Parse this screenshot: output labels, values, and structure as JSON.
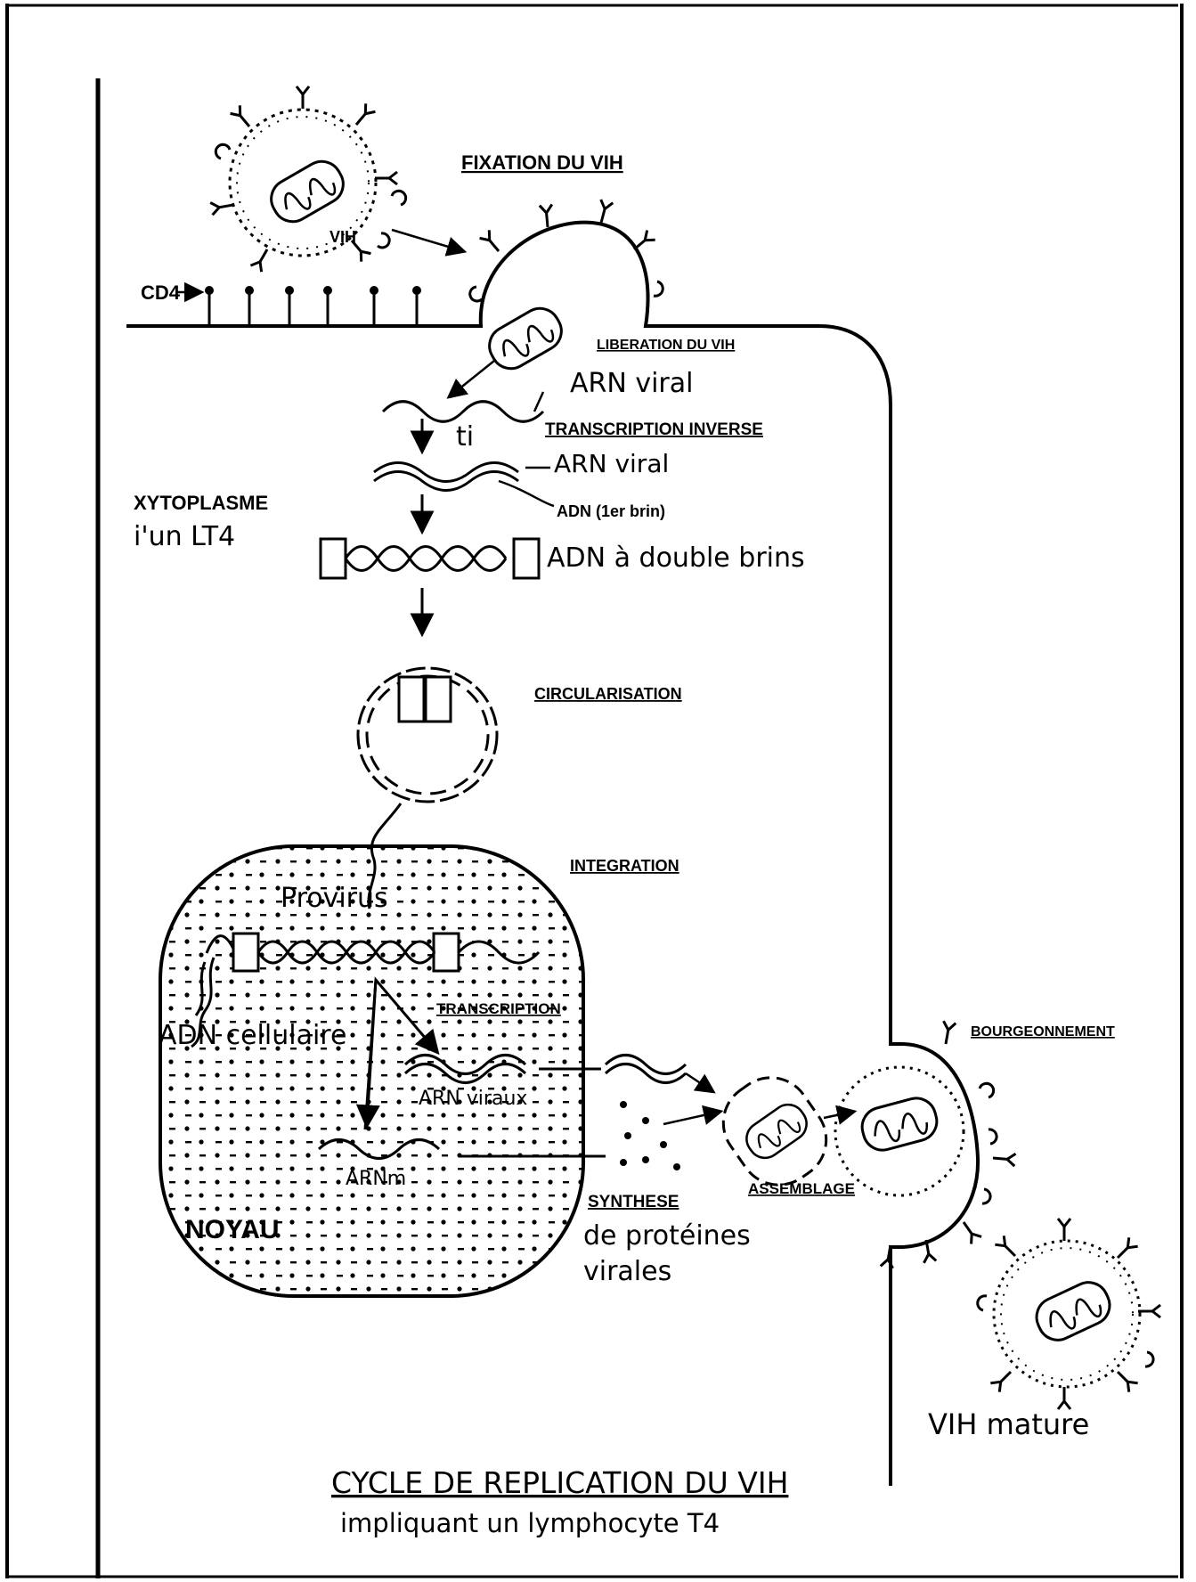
{
  "labels": {
    "fixation": "FIXATION DU VIH",
    "vih": "VIH",
    "cd4": "CD4",
    "liberation": "LIBERATION DU VIH",
    "arn_viral_1": "ARN viral",
    "ti": "ti",
    "transcription_inverse": "TRANSCRIPTION INVERSE",
    "arn_viral_2": "ARN viral",
    "adn_1er_brin": "ADN (1er brin)",
    "cytoplasme_line1": "XYTOPLASME",
    "cytoplasme_line2": "i'un LT4",
    "adn_double_brins": "ADN à double brins",
    "circularisation": "CIRCULARISATION",
    "integration": "INTEGRATION",
    "provirus": "Provirus",
    "adn_cellulaire": "ADN cellulaire",
    "transcription": "TRANSCRIPTION",
    "arn_viraux": "ARN viraux",
    "arn_m": "ARNm",
    "noyau": "NOYAU",
    "synthese": "SYNTHESE",
    "de_proteines": "de protéines",
    "virales": "virales",
    "assemblage": "ASSEMBLAGE",
    "bourgeonnement": "BOURGEONNEMENT",
    "vih_mature": "VIH mature",
    "title": "CYCLE DE REPLICATION DU VIH",
    "subtitle": "impliquant un lymphocyte T4"
  }
}
